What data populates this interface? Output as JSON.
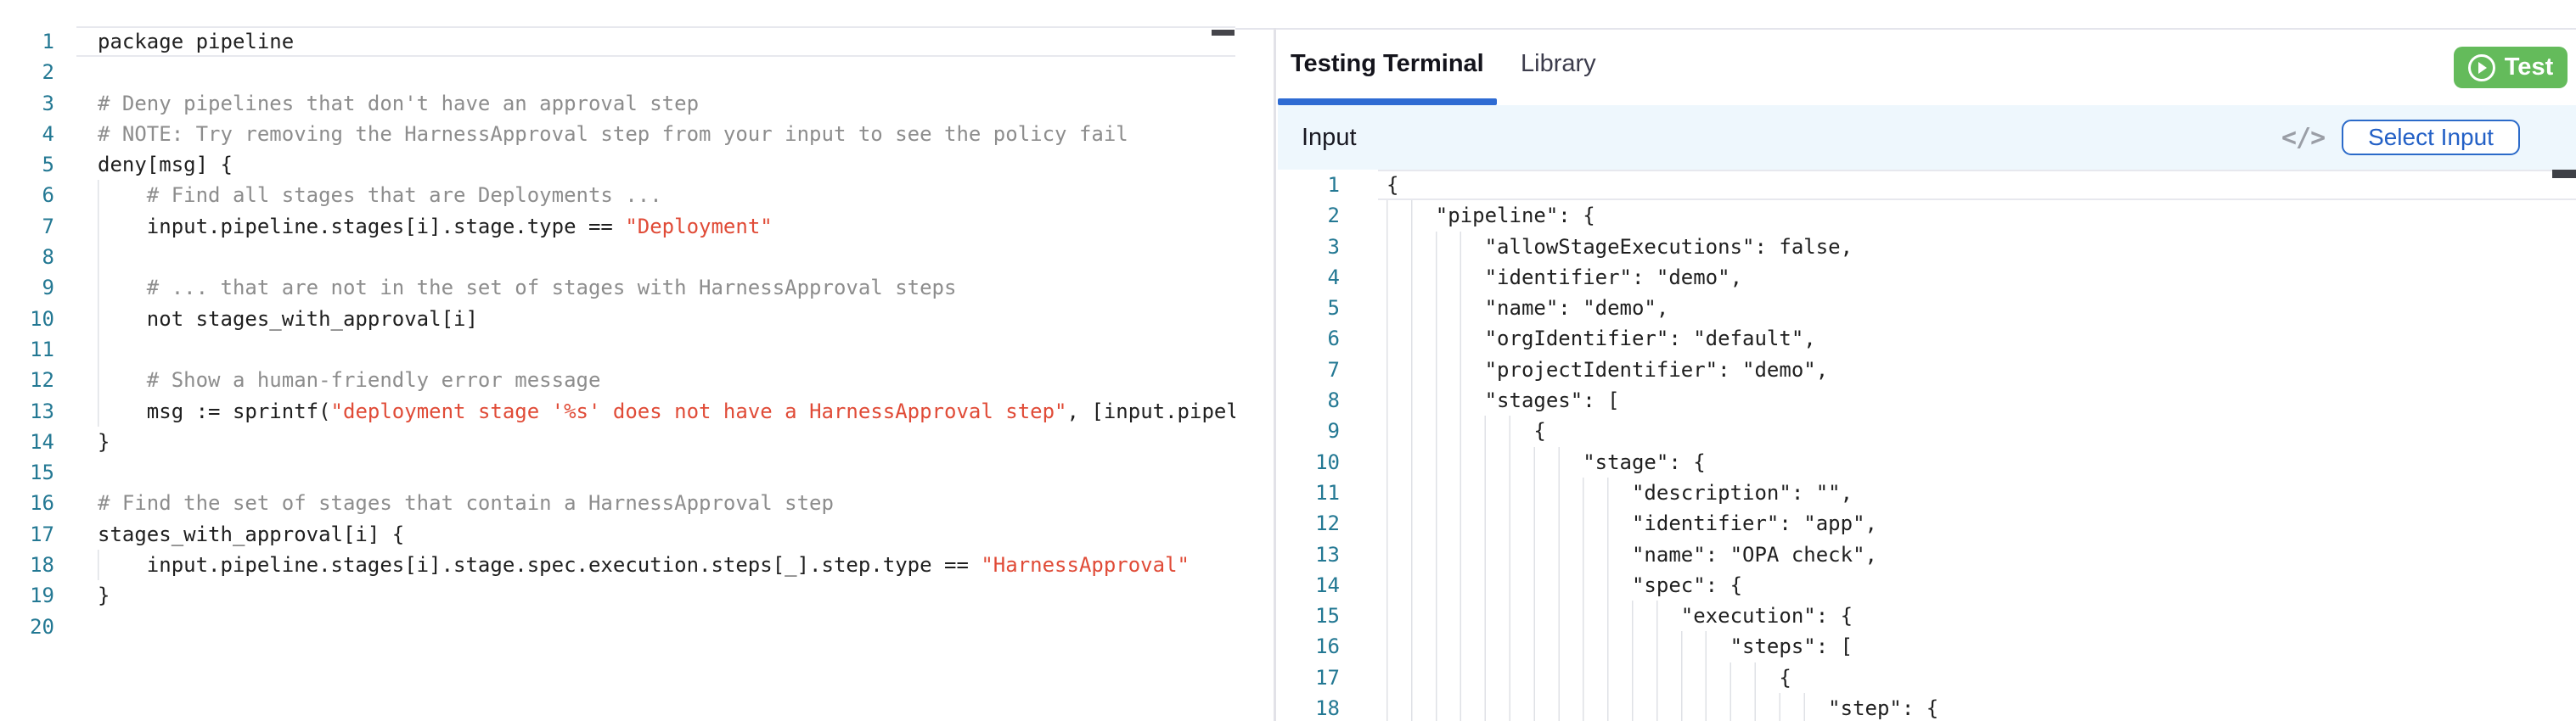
{
  "colors": {
    "line_number": "#237893",
    "comment": "#8d8d8d",
    "string": "#e04b37",
    "code": "#1f1f1f",
    "tab_underline": "#2e6bd3",
    "test_button_green": "#64bb5b",
    "input_bar_bg": "#eef7fd",
    "select_button_blue": "#2b6ac9"
  },
  "left_editor": {
    "cursor_line": 1,
    "lines": [
      {
        "n": 1,
        "g": 0,
        "s": [
          [
            "package pipeline",
            "c"
          ]
        ]
      },
      {
        "n": 2,
        "g": 0,
        "s": []
      },
      {
        "n": 3,
        "g": 0,
        "s": [
          [
            "# Deny pipelines that don't have an approval step",
            "m"
          ]
        ]
      },
      {
        "n": 4,
        "g": 0,
        "s": [
          [
            "# NOTE: Try removing the HarnessApproval step from your input to see the policy fail",
            "m"
          ]
        ]
      },
      {
        "n": 5,
        "g": 0,
        "s": [
          [
            "deny[msg] {",
            "c"
          ]
        ]
      },
      {
        "n": 6,
        "g": 4,
        "s": [
          [
            "    # Find all stages that are Deployments ...",
            "m"
          ]
        ]
      },
      {
        "n": 7,
        "g": 4,
        "s": [
          [
            "    input.pipeline.stages[i].stage.type == ",
            "c"
          ],
          [
            "\"Deployment\"",
            "s"
          ]
        ]
      },
      {
        "n": 8,
        "g": 4,
        "s": []
      },
      {
        "n": 9,
        "g": 4,
        "s": [
          [
            "    # ... that are not in the set of stages with HarnessApproval steps",
            "m"
          ]
        ]
      },
      {
        "n": 10,
        "g": 4,
        "s": [
          [
            "    not stages_with_approval[i]",
            "c"
          ]
        ]
      },
      {
        "n": 11,
        "g": 4,
        "s": []
      },
      {
        "n": 12,
        "g": 4,
        "s": [
          [
            "    # Show a human-friendly error message",
            "m"
          ]
        ]
      },
      {
        "n": 13,
        "g": 4,
        "s": [
          [
            "    msg := sprintf(",
            "c"
          ],
          [
            "\"deployment stage '%s' does not have a HarnessApproval step\"",
            "s"
          ],
          [
            ", [input.pipel",
            "c"
          ]
        ]
      },
      {
        "n": 14,
        "g": 0,
        "s": [
          [
            "}",
            "c"
          ]
        ]
      },
      {
        "n": 15,
        "g": 0,
        "s": []
      },
      {
        "n": 16,
        "g": 0,
        "s": [
          [
            "# Find the set of stages that contain a HarnessApproval step",
            "m"
          ]
        ]
      },
      {
        "n": 17,
        "g": 0,
        "s": [
          [
            "stages_with_approval[i] {",
            "c"
          ]
        ]
      },
      {
        "n": 18,
        "g": 4,
        "s": [
          [
            "    input.pipeline.stages[i].stage.spec.execution.steps[_].step.type == ",
            "c"
          ],
          [
            "\"HarnessApproval\"",
            "s"
          ]
        ]
      },
      {
        "n": 19,
        "g": 0,
        "s": [
          [
            "}",
            "c"
          ]
        ]
      },
      {
        "n": 20,
        "g": 0,
        "s": []
      }
    ]
  },
  "right_panel": {
    "tabs": [
      {
        "label": "Testing Terminal",
        "active": true
      },
      {
        "label": "Library",
        "active": false
      }
    ],
    "test_button": {
      "label": "Test"
    },
    "input_section": {
      "title": "Input",
      "code_icon": "</>",
      "select_button_label": "Select Input"
    },
    "json_editor": {
      "cursor_line": 1,
      "lines": [
        {
          "n": 1,
          "g": 0,
          "s": [
            [
              "{",
              "c"
            ]
          ]
        },
        {
          "n": 2,
          "g": 4,
          "s": [
            [
              "    \"pipeline\": {",
              "c"
            ]
          ]
        },
        {
          "n": 3,
          "g": 8,
          "s": [
            [
              "        \"allowStageExecutions\": false,",
              "c"
            ]
          ]
        },
        {
          "n": 4,
          "g": 8,
          "s": [
            [
              "        \"identifier\": \"demo\",",
              "c"
            ]
          ]
        },
        {
          "n": 5,
          "g": 8,
          "s": [
            [
              "        \"name\": \"demo\",",
              "c"
            ]
          ]
        },
        {
          "n": 6,
          "g": 8,
          "s": [
            [
              "        \"orgIdentifier\": \"default\",",
              "c"
            ]
          ]
        },
        {
          "n": 7,
          "g": 8,
          "s": [
            [
              "        \"projectIdentifier\": \"demo\",",
              "c"
            ]
          ]
        },
        {
          "n": 8,
          "g": 8,
          "s": [
            [
              "        \"stages\": [",
              "c"
            ]
          ]
        },
        {
          "n": 9,
          "g": 12,
          "s": [
            [
              "            {",
              "c"
            ]
          ]
        },
        {
          "n": 10,
          "g": 16,
          "s": [
            [
              "                \"stage\": {",
              "c"
            ]
          ]
        },
        {
          "n": 11,
          "g": 20,
          "s": [
            [
              "                    \"description\": \"\",",
              "c"
            ]
          ]
        },
        {
          "n": 12,
          "g": 20,
          "s": [
            [
              "                    \"identifier\": \"app\",",
              "c"
            ]
          ]
        },
        {
          "n": 13,
          "g": 20,
          "s": [
            [
              "                    \"name\": \"OPA check\",",
              "c"
            ]
          ]
        },
        {
          "n": 14,
          "g": 20,
          "s": [
            [
              "                    \"spec\": {",
              "c"
            ]
          ]
        },
        {
          "n": 15,
          "g": 24,
          "s": [
            [
              "                        \"execution\": {",
              "c"
            ]
          ]
        },
        {
          "n": 16,
          "g": 28,
          "s": [
            [
              "                            \"steps\": [",
              "c"
            ]
          ]
        },
        {
          "n": 17,
          "g": 32,
          "s": [
            [
              "                                {",
              "c"
            ]
          ]
        },
        {
          "n": 18,
          "g": 36,
          "s": [
            [
              "                                    \"step\": {",
              "c"
            ]
          ]
        }
      ]
    }
  }
}
